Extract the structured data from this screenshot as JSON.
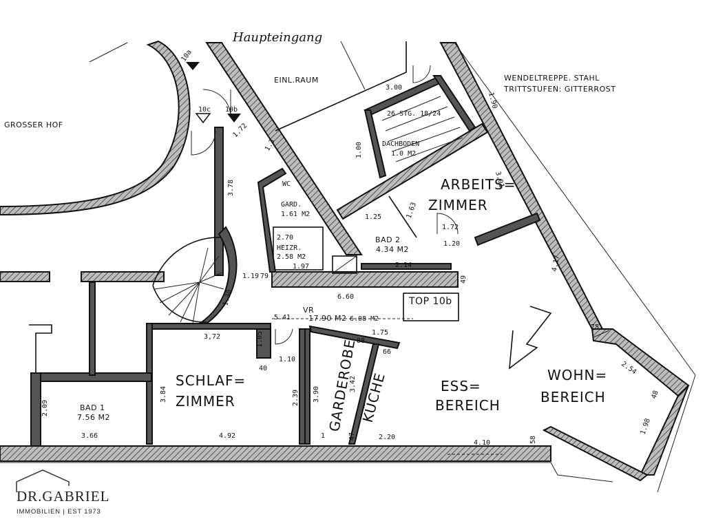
{
  "rooms": {
    "grosser_hof": "GROSSER HOF",
    "einl_raum": "EINL.RAUM",
    "schlaf": "SCHLAF=",
    "zimmer_schlaf": "ZIMMER",
    "bad1": "BAD 1",
    "bad1_area": "7.56 M2",
    "garderobe": "GARDEROBE",
    "kuche": "KÜCHE",
    "ess": "ESS=",
    "ess_bereich": "BEREICH",
    "wohn": "WOHN=",
    "wohn_bereich": "BEREICH",
    "arbeits": "ARBEITS=",
    "arbeits_zimmer": "ZIMMER",
    "bad2": "BAD 2",
    "bad2_area": "4.34 M2",
    "wc": "WC",
    "gard_area": "1.61 M2",
    "gard": "GARD.",
    "heizr": "HEIZR.",
    "heizr_area": "2.58 M2",
    "vr": "VR",
    "vr_area": "17.90 M2",
    "dachboden": "DACHBODEN",
    "dachboden_area": "1.0 M2",
    "unit": "TOP 10b"
  },
  "notes": {
    "haupteingang": "Haupteingang",
    "wendel1": "WENDELTREPPE. STAHL",
    "wendel2": "TRITTSTUFEN: GITTERROST",
    "stg": "26 STG. 18/24"
  },
  "dims": {
    "d372": "3,72",
    "d105": "1.05",
    "d110": "1.10",
    "d384": "3.84",
    "d239": "2.39",
    "d390": "3.90",
    "d342": "3.42",
    "d492": "4.92",
    "d366": "3.66",
    "d209": "2.09",
    "d220": "2.20",
    "d410": "4.10",
    "d660": "6.60",
    "d119": "1.19",
    "d541": "5.41",
    "d608": "6.08 M2",
    "d300": "3.00",
    "d172a": "1.72",
    "d172b": "1.72",
    "d120": "1.20",
    "d163": "1.63",
    "d254": "2.54",
    "d198": "1.98",
    "d75": "75",
    "d88": "88",
    "d66": "66",
    "d1": "1",
    "d47": "47",
    "d40": "40",
    "d79": "79",
    "d130": "1.30",
    "d378": "3.78",
    "d270": "2.70",
    "d197": "1.97",
    "d190": "1.90",
    "d214": "2.14",
    "d49": "49",
    "d10a": "10a",
    "d10b": "10b",
    "d10c": "10c",
    "d13": "1.3",
    "d100": "1.00",
    "d301": "3.01",
    "d417": "4.17",
    "d125": "1.25",
    "d58": "58",
    "d48": "48",
    "d175": "1.75"
  },
  "logo": {
    "name": "DR.GABRIEL",
    "tagline": "IMMOBILIEN | EST 1973"
  }
}
